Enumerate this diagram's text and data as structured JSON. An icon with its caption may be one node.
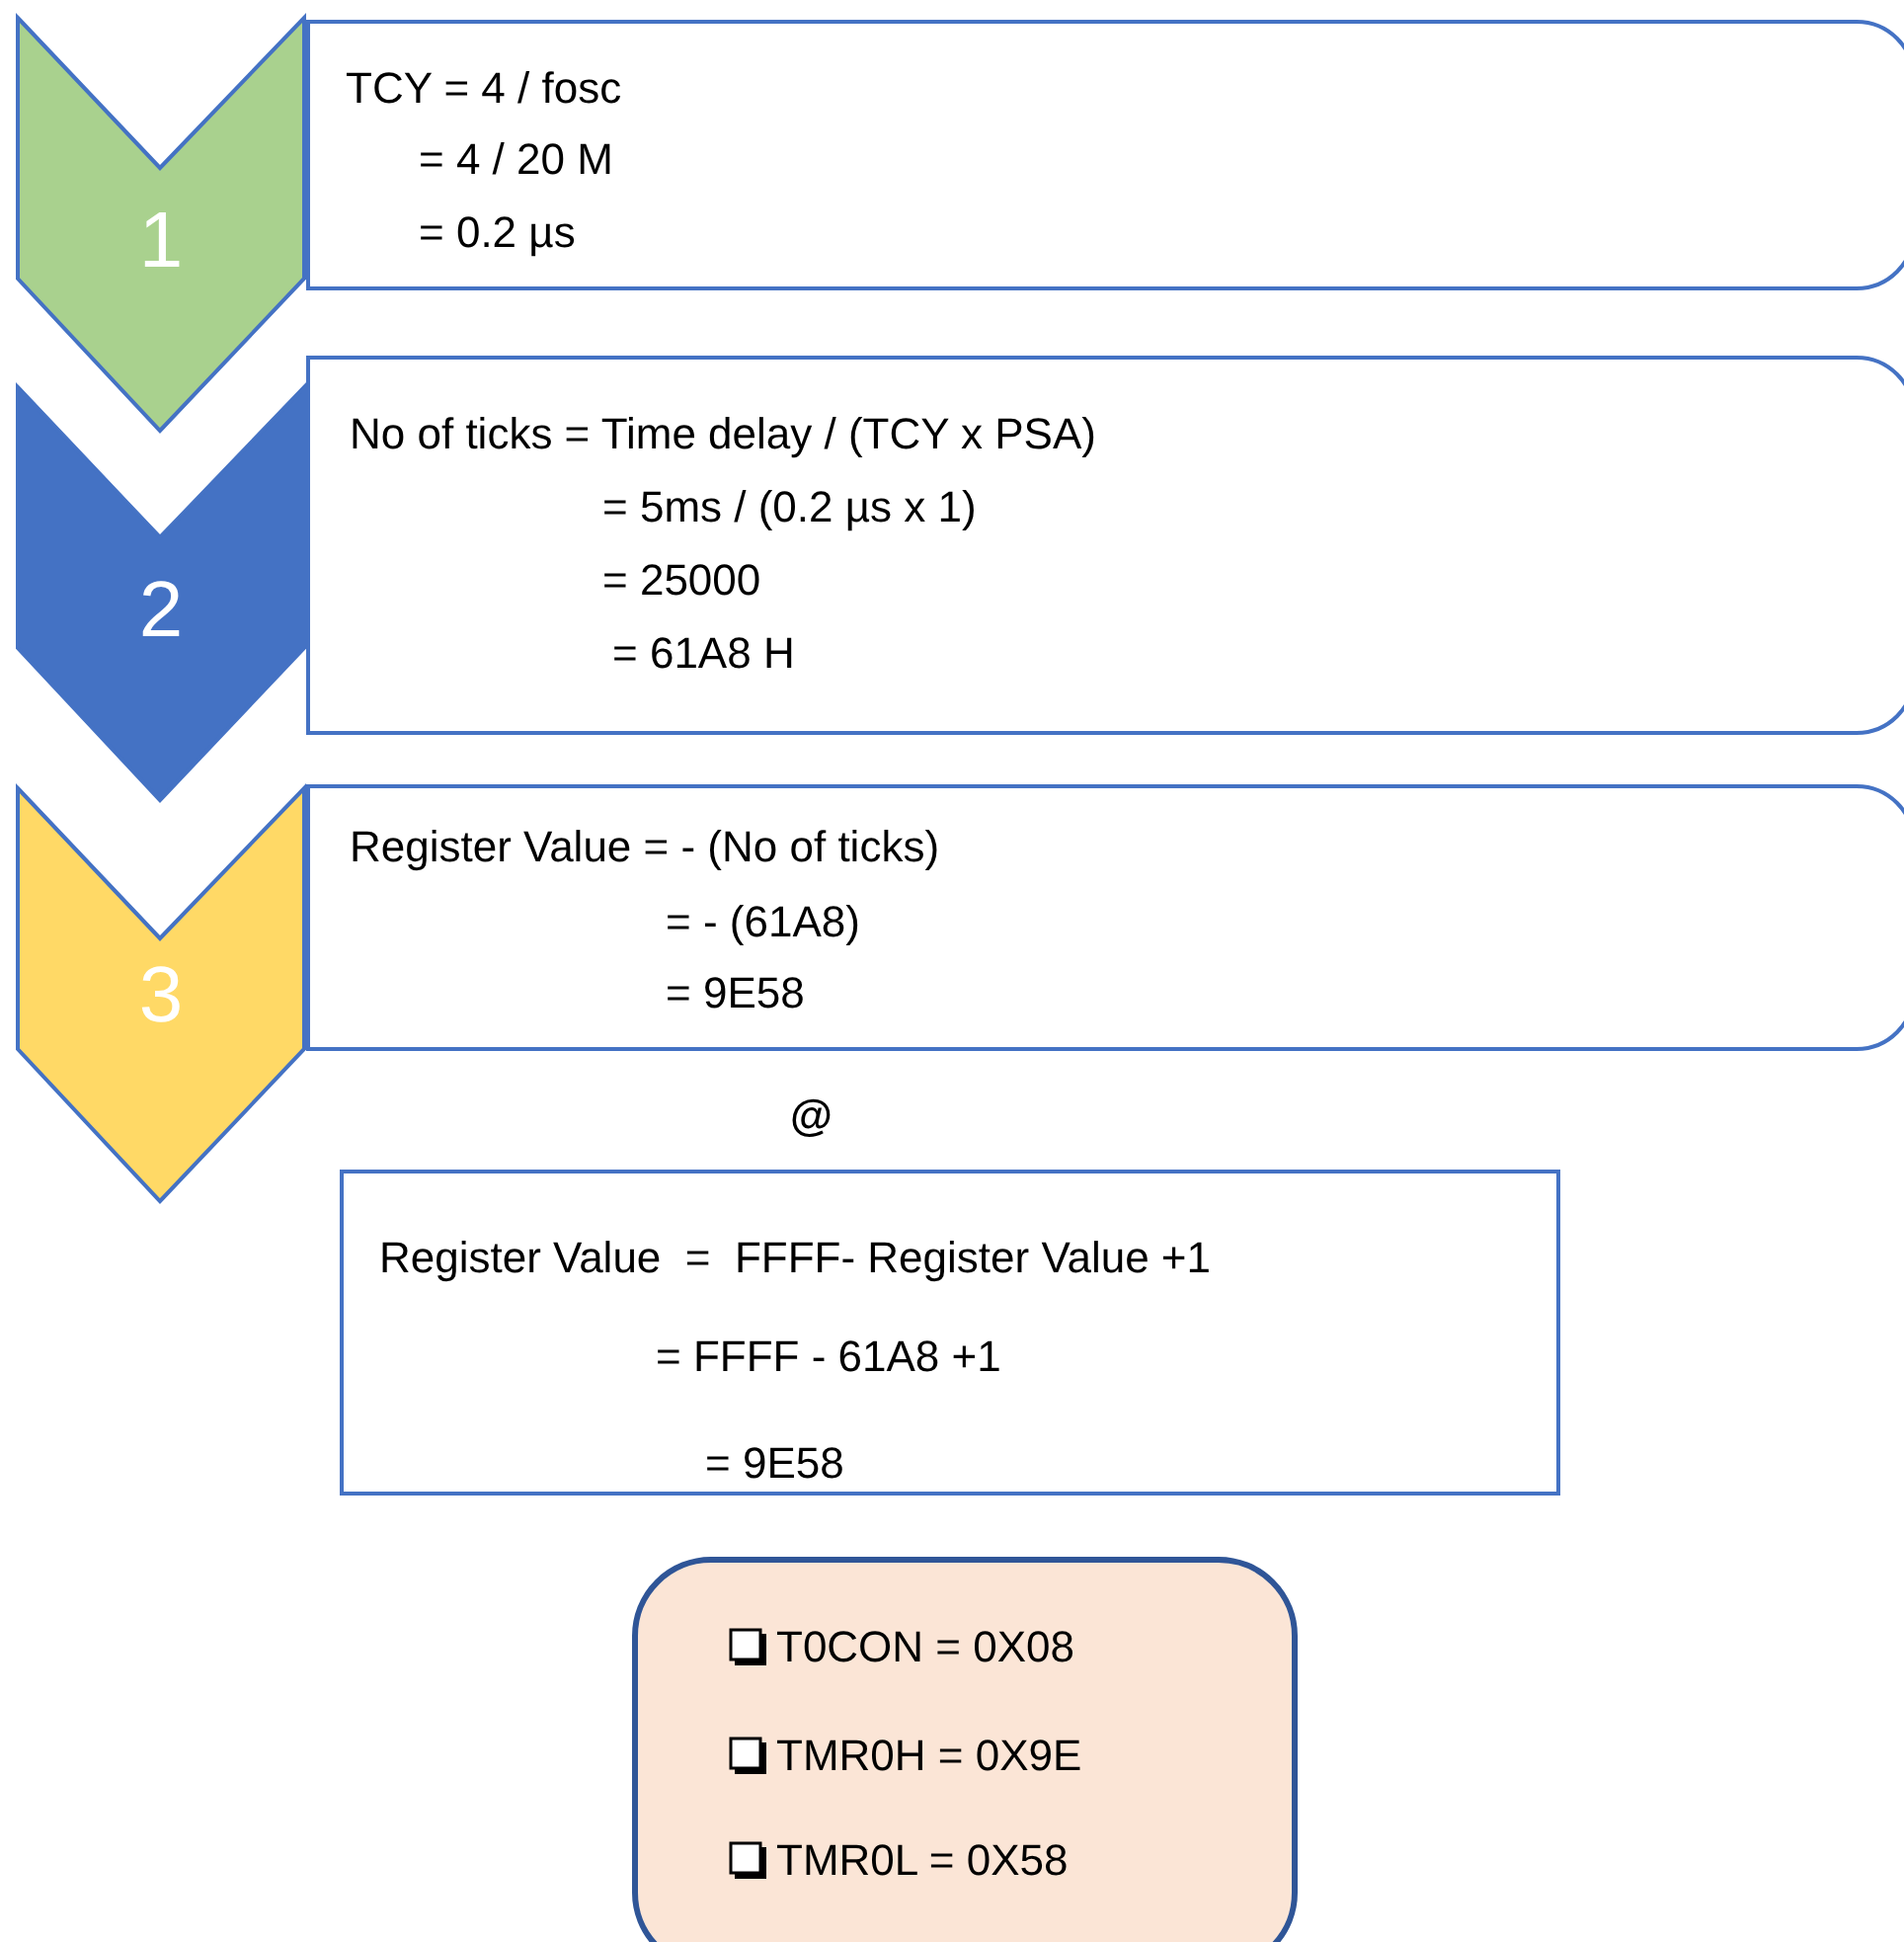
{
  "diagram": {
    "nodes": [
      {
        "text": [
          "1"
        ]
      },
      {
        "text": [
          "TCY = 4 / fosc",
          "= 4 / 20 M",
          "= 0.2 µs"
        ]
      },
      {
        "text": [
          "2"
        ]
      },
      {
        "text": [
          "No of ticks = Time delay / (TCY x PSA)",
          "= 5ms / (0.2 µs x 1)",
          "= 25000",
          "= 61A8 H"
        ]
      },
      {
        "text": [
          "3"
        ]
      },
      {
        "text": [
          "Register Value = - (No of ticks)",
          "= - (61A8)",
          "= 9E58"
        ]
      },
      {
        "text": [
          "Register Value  =  FFFF- Register Value +1",
          "= FFFF - 61A8 +1",
          "= 9E58"
        ]
      },
      {
        "text": [
          "T0CON = 0X08",
          "TMR0H = 0X9E",
          "TMR0L = 0X58"
        ]
      }
    ],
    "edges": [],
    "labels": [
      "@"
    ]
  }
}
